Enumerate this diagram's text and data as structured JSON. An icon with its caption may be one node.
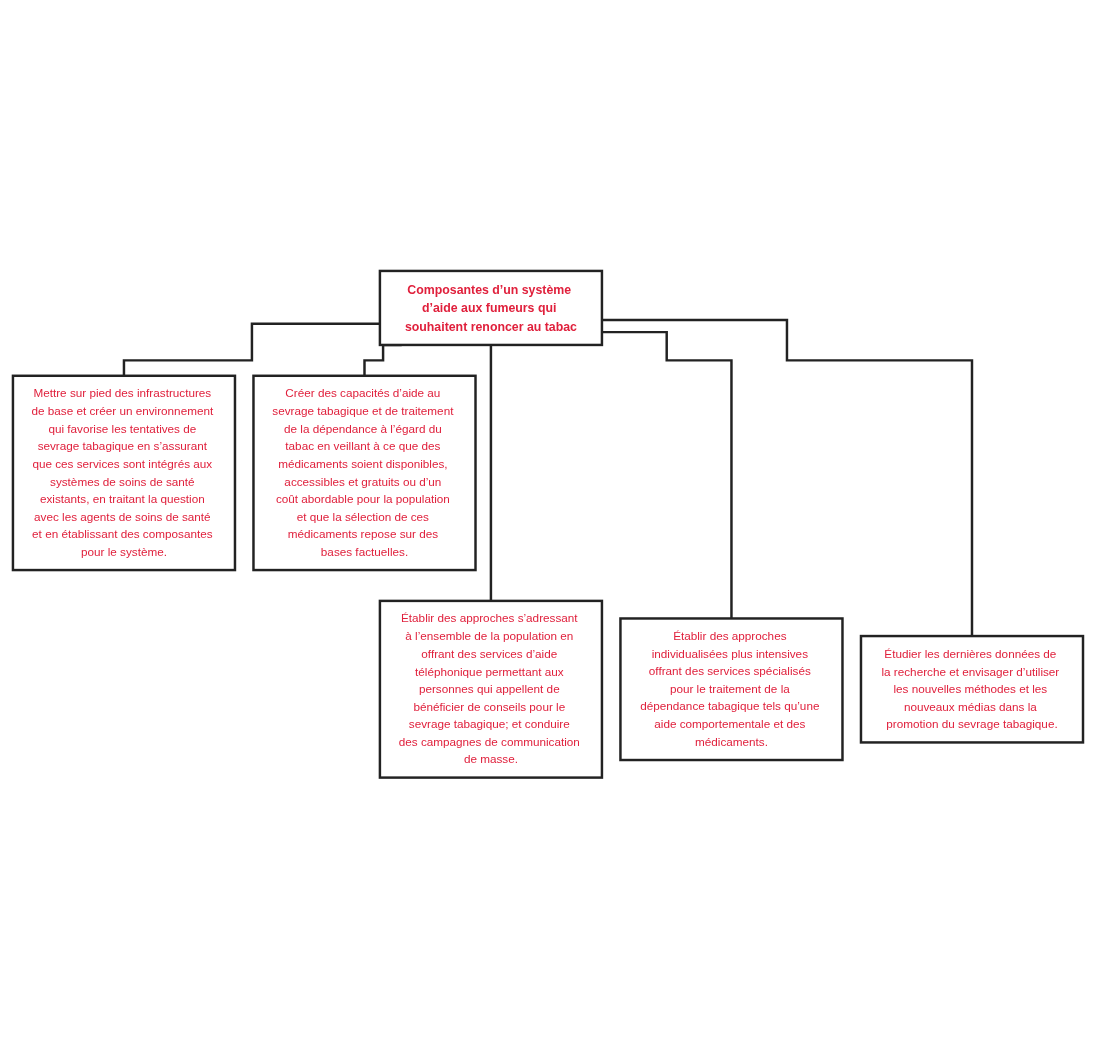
{
  "diagram": {
    "nodes": [
      {
        "text": [
          "Composantes d’un système d’aide aux fumeurs qui souhaitent renoncer au tabac"
        ]
      },
      {
        "text": [
          "Mettre sur pied des infrastructures de base et créer un environnement qui favorise les tentatives de sevrage tabagique en s’assurant que ces services sont intégrés aux systèmes de soins de santé existants, en traitant la question avec les agents de soins de santé et en établissant des composantes pour le système."
        ]
      },
      {
        "text": [
          "Créer des capacités d’aide au sevrage tabagique et de traitement de la dépendance à l’égard du tabac en veillant à ce que des médicaments soient disponibles, accessibles et gratuits ou d’un coût abordable pour la population et que la sélection de ces médicaments repose sur des bases factuelles."
        ]
      },
      {
        "text": [
          "Établir des approches s’adressant à l’ensemble de la population en offrant des services d’aide téléphonique permettant aux personnes qui appellent de bénéficier de conseils pour le sevrage tabagique; et conduire des campagnes de communication de masse."
        ]
      },
      {
        "text": [
          "Établir des approches individualisées plus intensives offrant des services spécialisés pour le traitement de la dépendance tabagique tels qu’une aide comportementale et des médicaments."
        ]
      },
      {
        "text": [
          "Étudier les dernières données de la recherche et envisager d’utiliser les nouvelles méthodes et les nouveaux médias dans la promotion du sevrage tabagique."
        ]
      }
    ],
    "edges": [
      {
        "from": 0,
        "to": 1,
        "arrow": "none"
      },
      {
        "from": 0,
        "to": 2,
        "arrow": "none"
      },
      {
        "from": 0,
        "to": 3,
        "arrow": "none"
      },
      {
        "from": 0,
        "to": 4,
        "arrow": "none"
      },
      {
        "from": 0,
        "to": 5,
        "arrow": "none"
      }
    ]
  }
}
